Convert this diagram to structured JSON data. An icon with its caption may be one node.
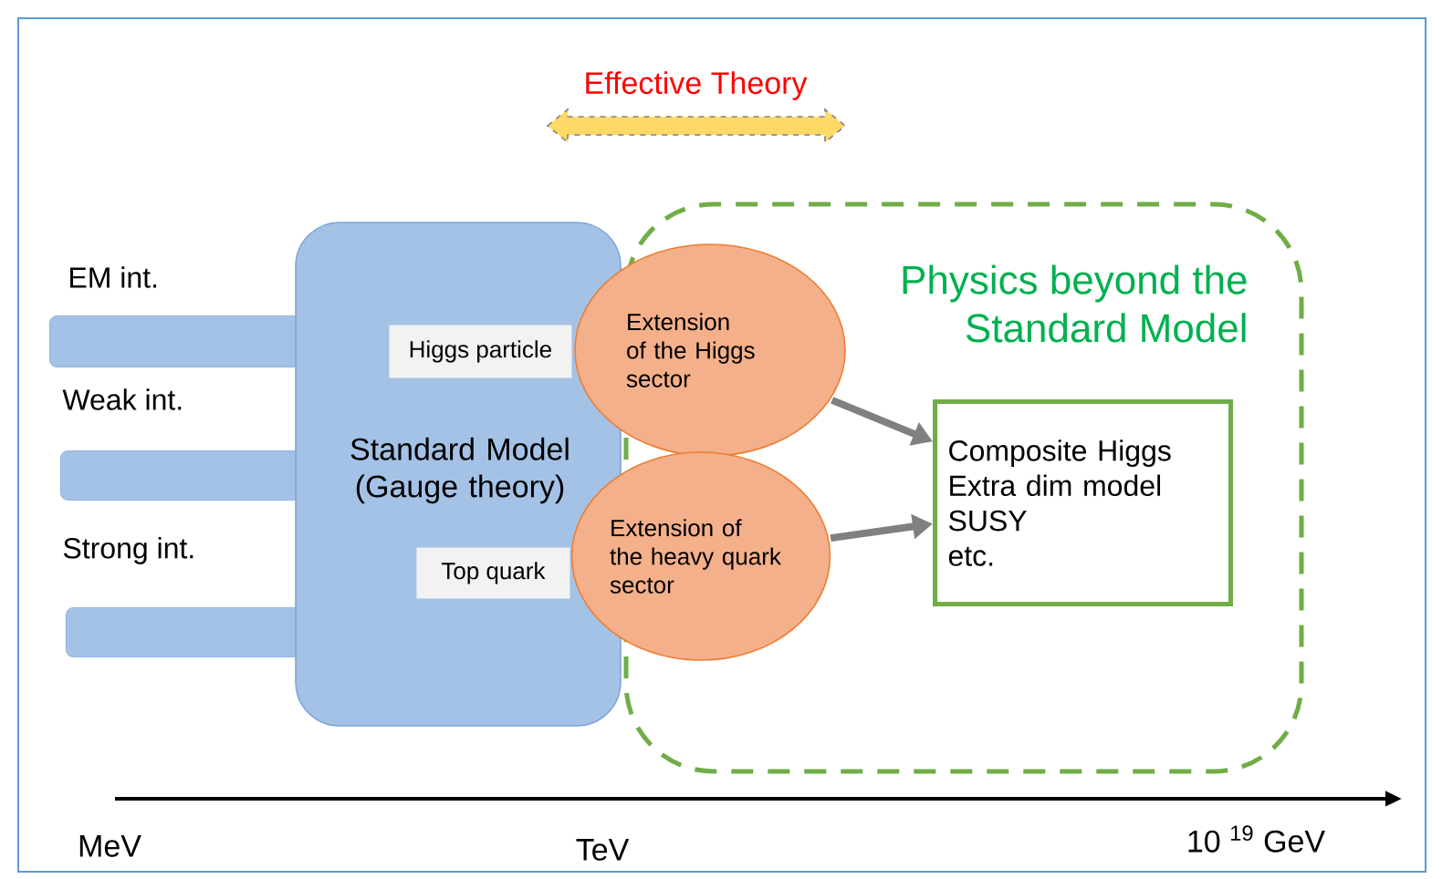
{
  "diagram": {
    "nodes": [
      {
        "text": [],
        "shape": "bar"
      },
      {
        "text": [],
        "shape": "bar"
      },
      {
        "text": [],
        "shape": "bar"
      },
      {
        "text": [
          "Standard Model (Gauge theory)"
        ]
      },
      {
        "text": [
          "Higgs particle"
        ],
        "in": 3
      },
      {
        "text": [
          "Top quark"
        ],
        "in": 3
      },
      {
        "text": [
          "Extension of the Higgs sector"
        ]
      },
      {
        "text": [
          "Extension of the heavy quark sector"
        ]
      },
      {
        "text": [
          "Physics beyond the Standard Model"
        ]
      },
      {
        "text": [
          "Composite Higgs",
          "Extra dim model",
          "SUSY",
          "etc."
        ],
        "in": 8
      }
    ],
    "edges": [
      {
        "from": 6,
        "to": 9,
        "arrow": "to"
      },
      {
        "from": 7,
        "to": 9,
        "arrow": "to"
      }
    ],
    "labels": [
      "Effective Theory",
      "EM int.",
      "Weak int.",
      "Strong int.",
      "MeV",
      "TeV",
      "10 $^{19}$ GeV"
    ]
  }
}
